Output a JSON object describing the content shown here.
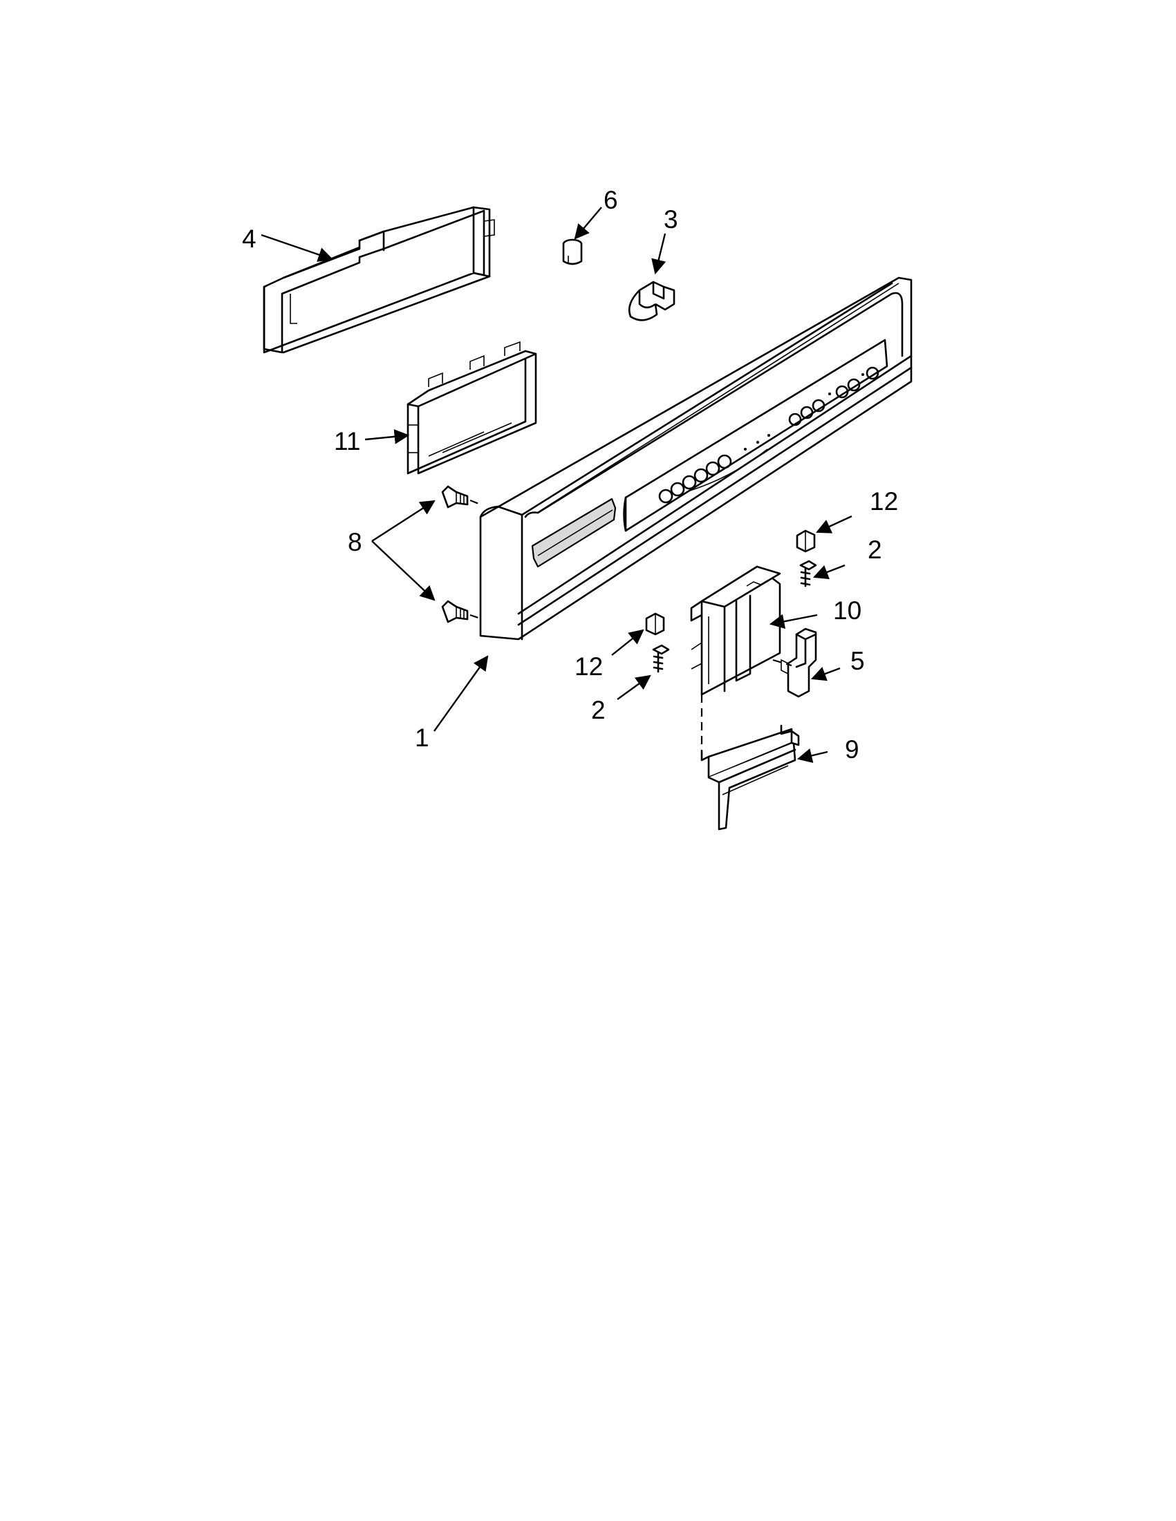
{
  "diagram": {
    "callouts": [
      {
        "id": "c1",
        "label": "1"
      },
      {
        "id": "c2a",
        "label": "2"
      },
      {
        "id": "c2b",
        "label": "2"
      },
      {
        "id": "c3",
        "label": "3"
      },
      {
        "id": "c4",
        "label": "4"
      },
      {
        "id": "c5",
        "label": "5"
      },
      {
        "id": "c6",
        "label": "6"
      },
      {
        "id": "c8",
        "label": "8"
      },
      {
        "id": "c9",
        "label": "9"
      },
      {
        "id": "c10",
        "label": "10"
      },
      {
        "id": "c11",
        "label": "11"
      },
      {
        "id": "c12a",
        "label": "12"
      },
      {
        "id": "c12b",
        "label": "12"
      }
    ]
  }
}
